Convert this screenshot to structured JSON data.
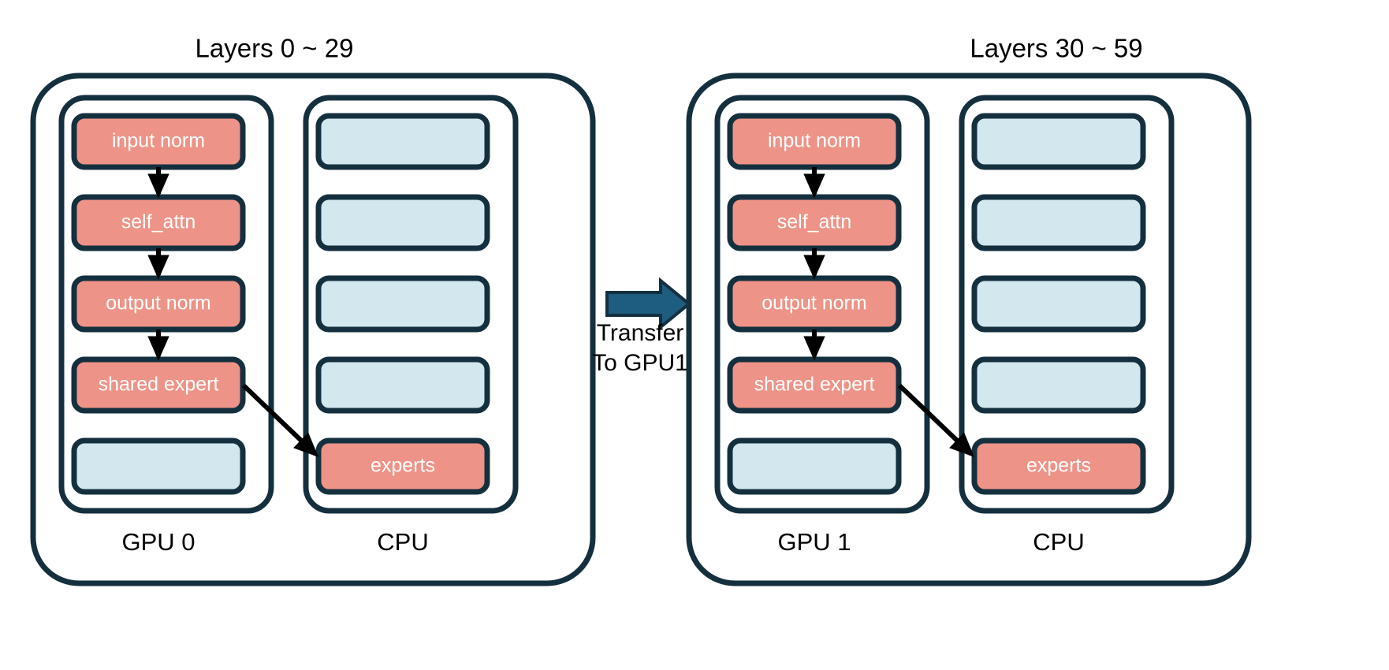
{
  "diagram": {
    "type": "architecture-block-diagram",
    "background_color": "#FFFFFF",
    "palette": {
      "outline": "#14303F",
      "gpu_block_fill": "#EE9387",
      "cpu_block_fill": "#D2E7EE",
      "block_text": "#FFFFFF",
      "label_text": "#000000",
      "transfer_arrow_fill": "#1E5C80",
      "flow_arrow": "#000000"
    },
    "panels": [
      {
        "id": "panel-left",
        "title": "Layers 0 ~ 29",
        "columns": [
          {
            "id": "gpu0-column",
            "footer": "GPU 0",
            "blocks": [
              {
                "label": "input norm",
                "kind": "gpu"
              },
              {
                "label": "self_attn",
                "kind": "gpu"
              },
              {
                "label": "output norm",
                "kind": "gpu"
              },
              {
                "label": "shared expert",
                "kind": "gpu"
              },
              {
                "label": "",
                "kind": "cpu"
              }
            ]
          },
          {
            "id": "cpu0-column",
            "footer": "CPU",
            "blocks": [
              {
                "label": "",
                "kind": "cpu"
              },
              {
                "label": "",
                "kind": "cpu"
              },
              {
                "label": "",
                "kind": "cpu"
              },
              {
                "label": "",
                "kind": "cpu"
              },
              {
                "label": "experts",
                "kind": "gpu"
              }
            ]
          }
        ]
      },
      {
        "id": "panel-right",
        "title": "Layers 30 ~ 59",
        "columns": [
          {
            "id": "gpu1-column",
            "footer": "GPU 1",
            "blocks": [
              {
                "label": "input norm",
                "kind": "gpu"
              },
              {
                "label": "self_attn",
                "kind": "gpu"
              },
              {
                "label": "output norm",
                "kind": "gpu"
              },
              {
                "label": "shared expert",
                "kind": "gpu"
              },
              {
                "label": "",
                "kind": "cpu"
              }
            ]
          },
          {
            "id": "cpu1-column",
            "footer": "CPU",
            "blocks": [
              {
                "label": "",
                "kind": "cpu"
              },
              {
                "label": "",
                "kind": "cpu"
              },
              {
                "label": "",
                "kind": "cpu"
              },
              {
                "label": "",
                "kind": "cpu"
              },
              {
                "label": "experts",
                "kind": "gpu"
              }
            ]
          }
        ]
      }
    ],
    "transfer": {
      "line1": "Transfer",
      "line2": "To GPU1",
      "direction": "left-to-right"
    }
  }
}
